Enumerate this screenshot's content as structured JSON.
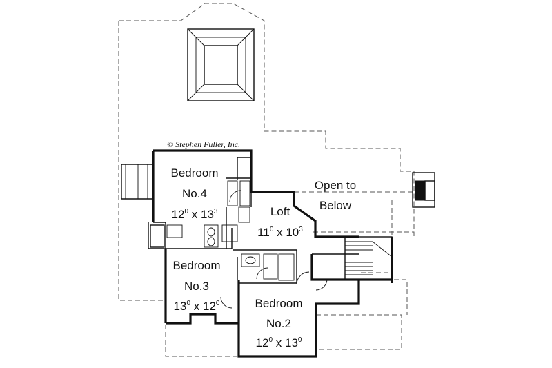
{
  "copyright": "© Stephen Fuller, Inc.",
  "rooms": [
    {
      "id": "bedroom-4",
      "name": "Bedroom",
      "number": "No.4",
      "w_ft": "12",
      "w_in": "0",
      "l_ft": "13",
      "l_in": "3"
    },
    {
      "id": "loft",
      "name": "Loft",
      "number": "",
      "w_ft": "11",
      "w_in": "0",
      "l_ft": "10",
      "l_in": "3"
    },
    {
      "id": "bedroom-3",
      "name": "Bedroom",
      "number": "No.3",
      "w_ft": "13",
      "w_in": "0",
      "l_ft": "12",
      "l_in": "0"
    },
    {
      "id": "bedroom-2",
      "name": "Bedroom",
      "number": "No.2",
      "w_ft": "12",
      "w_in": "0",
      "l_ft": "13",
      "l_in": "0"
    }
  ],
  "open_to_below": {
    "line1": "Open to",
    "line2": "Below"
  },
  "dimension_separator": "x"
}
